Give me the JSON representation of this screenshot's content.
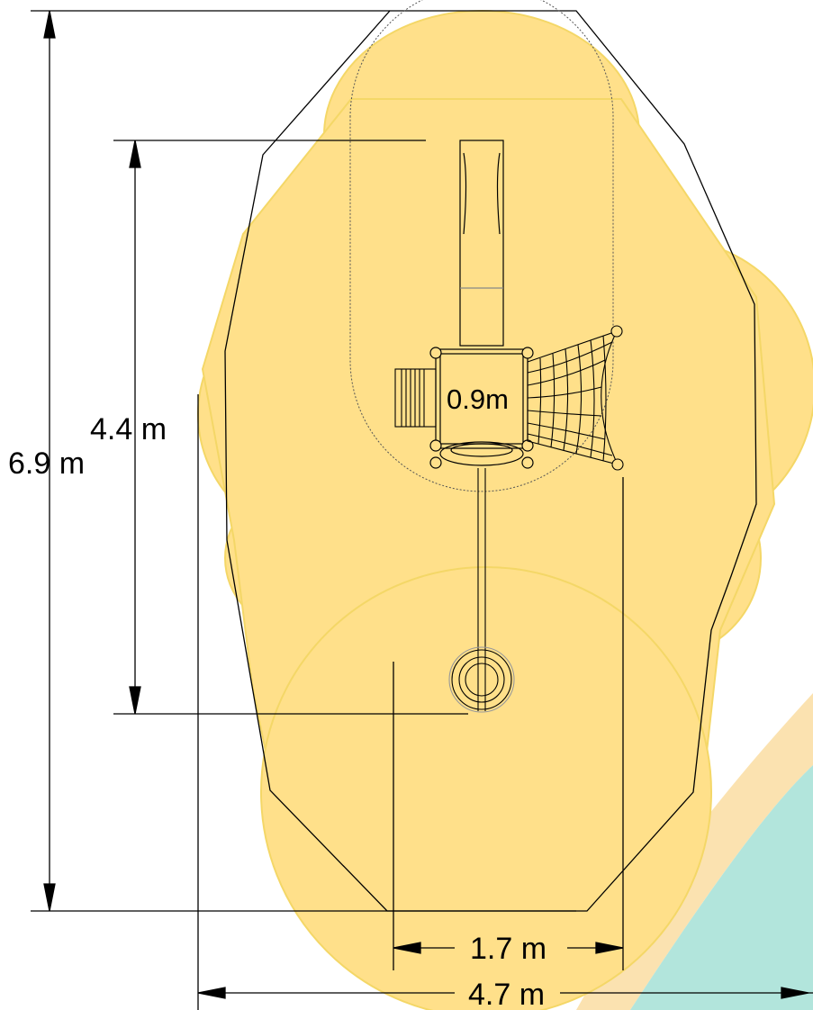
{
  "drawing": {
    "dimensions": {
      "overall_length": "6.9 m",
      "equipment_length": "4.4 m",
      "overall_width": "4.7 m",
      "offset_width": "1.7 m"
    },
    "platform_height": "0.9m",
    "colors": {
      "safety_zone": "#FFE08A",
      "safety_zone_edge": "#F2D15C",
      "line": "#000000",
      "watermark_teal": "#B2E5DC",
      "watermark_orange": "#FBE2B0"
    }
  }
}
